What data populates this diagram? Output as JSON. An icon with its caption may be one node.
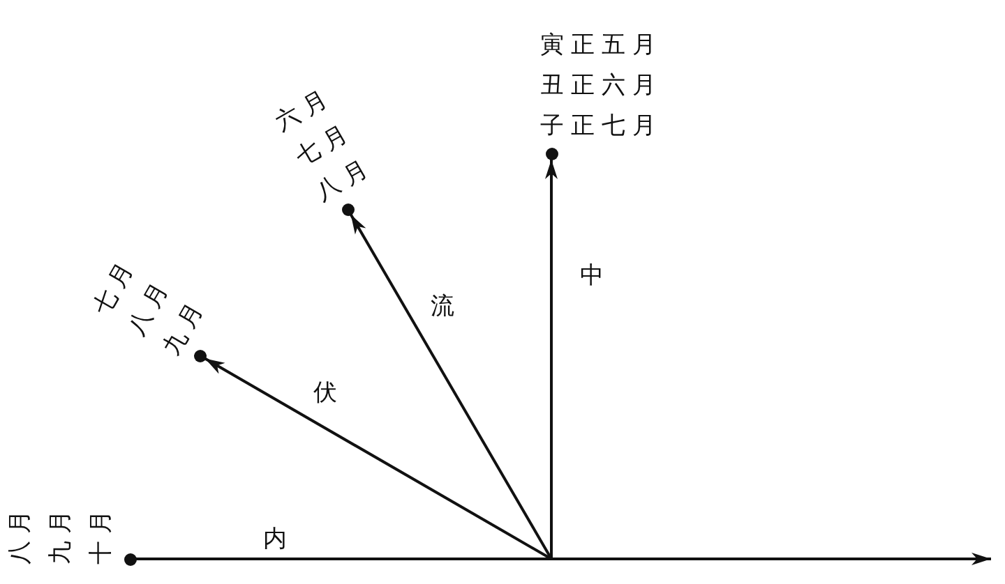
{
  "diagram": {
    "nodes": [
      {
        "text": [],
        "shape": "circle",
        "beside": [
          "八月",
          "九月",
          "十月"
        ]
      },
      {
        "text": [],
        "shape": "circle",
        "beside": [
          "七月",
          "八月",
          "九月"
        ]
      },
      {
        "text": [],
        "shape": "circle",
        "beside": [
          "六月",
          "七月",
          "八月"
        ]
      },
      {
        "text": [],
        "shape": "circle",
        "beside": [
          "寅正五月",
          "丑正六月",
          "子正七月"
        ]
      }
    ],
    "edges": [
      {
        "from": 0,
        "to": null,
        "arrow": "to",
        "label": "内"
      },
      {
        "from": null,
        "to": 1,
        "arrow": "to",
        "label": "伏"
      },
      {
        "from": null,
        "to": 2,
        "arrow": "to",
        "label": "流"
      },
      {
        "from": null,
        "to": 3,
        "arrow": "to",
        "label": "中"
      }
    ]
  }
}
